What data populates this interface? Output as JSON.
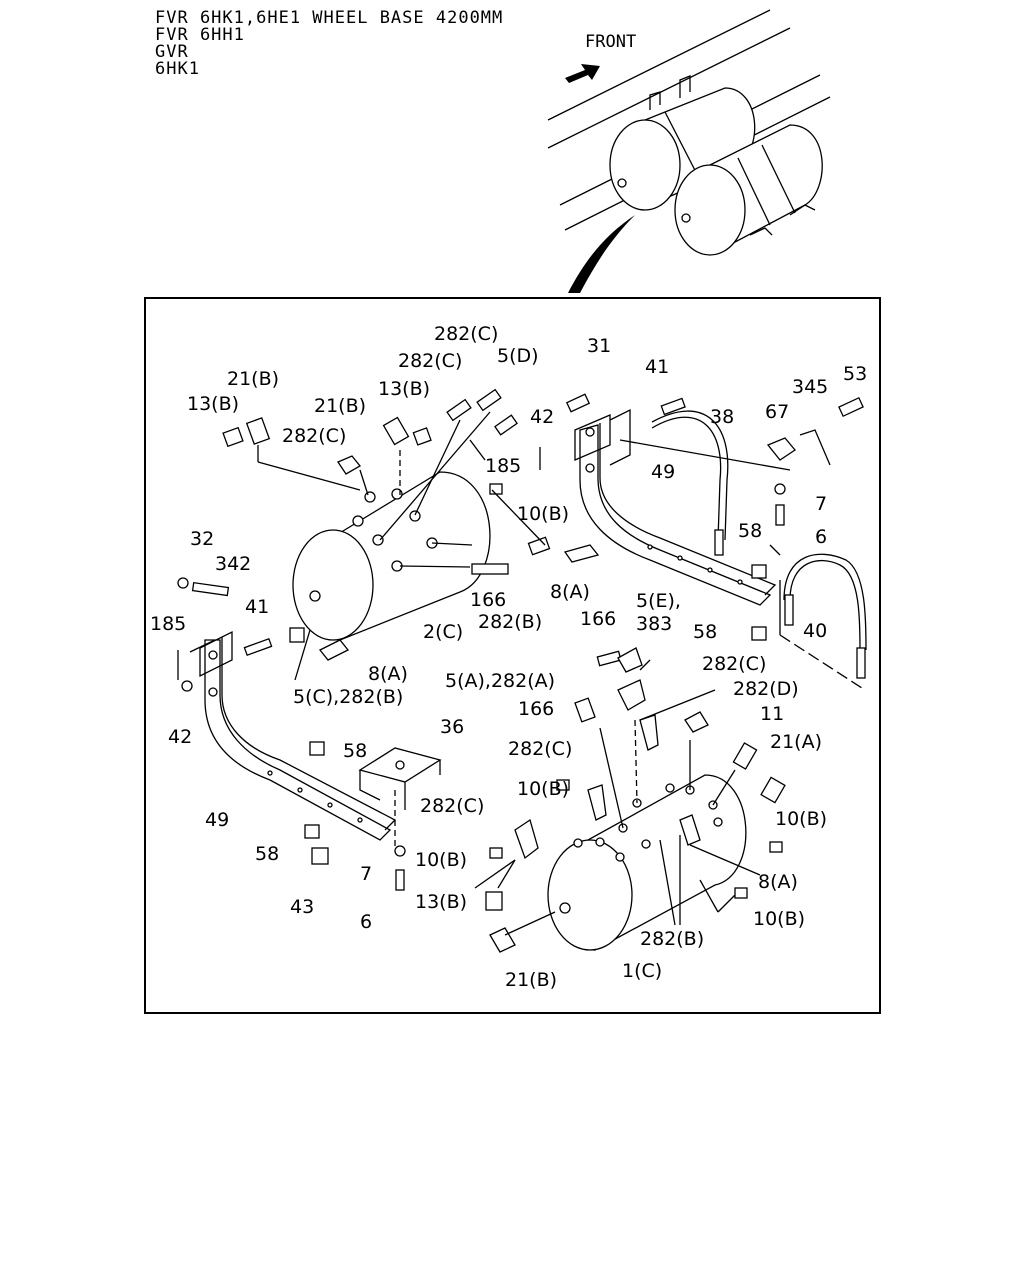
{
  "header": {
    "lines": [
      "FVR 6HK1,6HE1 WHEEL BASE 4200MM",
      "FVR 6HH1",
      "GVR",
      "6HK1"
    ]
  },
  "overview": {
    "front_label": "FRONT"
  },
  "callouts": {
    "c282C_top1": "282(C)",
    "c282C_top2": "282(C)",
    "c5D": "5(D)",
    "c21B_a": "21(B)",
    "c13B_a": "13(B)",
    "c21B_b": "21(B)",
    "c13B_b": "13(B)",
    "c282C_a": "282(C)",
    "c42_a": "42",
    "c185_a": "185",
    "c10B_a": "10(B)",
    "c31": "31",
    "c41_a": "41",
    "c38": "38",
    "c67": "67",
    "c345": "345",
    "c53": "53",
    "c49_a": "49",
    "c7_a": "7",
    "c6_a": "6",
    "c58_a": "58",
    "c32": "32",
    "c342": "342",
    "c41_b": "41",
    "c185_b": "185",
    "c166_a": "166",
    "c282B_a": "282(B)",
    "c8A_a": "8(A)",
    "c2C": "2(C)",
    "c8A_b": "8(A)",
    "c5C282B": "5(C),282(B)",
    "c42_b": "42",
    "c166_b": "166",
    "c5E": "5(E),",
    "c383": "383",
    "c58_b": "58",
    "c40": "40",
    "c282C_b": "282(C)",
    "c5A282A": "5(A),282(A)",
    "c282D": "282(D)",
    "c166_c": "166",
    "c11": "11",
    "c21A": "21(A)",
    "c282C_c": "282(C)",
    "c10B_b": "10(B)",
    "c10B_c": "10(B)",
    "c282C_d": "282(C)",
    "c36": "36",
    "c58_c": "58",
    "c49_b": "49",
    "c58_d": "58",
    "c43": "43",
    "c7_b": "7",
    "c6_b": "6",
    "c10B_d": "10(B)",
    "c13B_c": "13(B)",
    "c21B_c": "21(B)",
    "c8A_c": "8(A)",
    "c10B_e": "10(B)",
    "c282B_b": "282(B)",
    "c1C": "1(C)"
  }
}
